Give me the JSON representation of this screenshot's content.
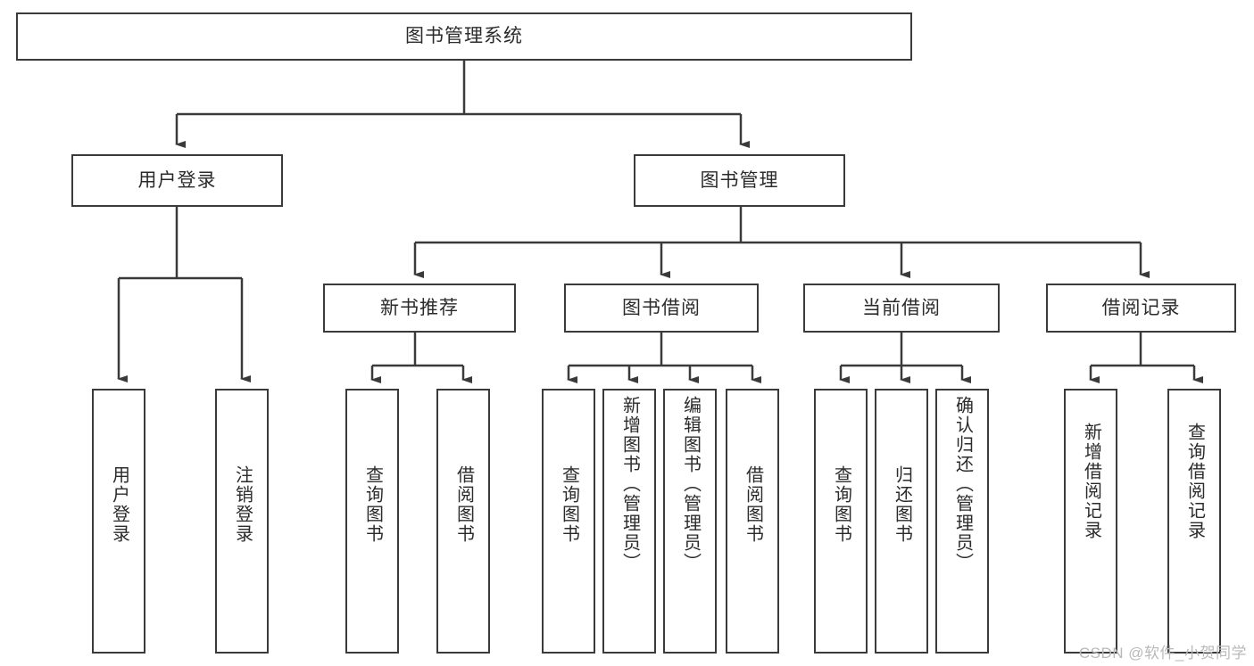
{
  "diagram": {
    "type": "hierarchy-tree",
    "title": "图书管理系统",
    "orientation": "top-down",
    "colors": {
      "box_border": "#3a3a3a",
      "box_fill": "#ffffff",
      "edge": "#3a3a3a",
      "text": "#2b2b2b",
      "watermark": "#b9b9b9",
      "background": "#ffffff"
    }
  },
  "nodes": {
    "root": {
      "label": "图书管理系统"
    },
    "level2": [
      {
        "id": "user-login",
        "label": "用户登录"
      },
      {
        "id": "book-management",
        "label": "图书管理"
      }
    ],
    "level3": [
      {
        "id": "new-book-recommend",
        "label": "新书推荐"
      },
      {
        "id": "book-borrow",
        "label": "图书借阅"
      },
      {
        "id": "current-borrow",
        "label": "当前借阅"
      },
      {
        "id": "borrow-record",
        "label": "借阅记录"
      }
    ],
    "leaves": [
      {
        "id": "leaf-user-login",
        "label": "用户登录",
        "parent": "user-login"
      },
      {
        "id": "leaf-logout",
        "label": "注销登录",
        "parent": "user-login"
      },
      {
        "id": "leaf-query-book-1",
        "label": "查询图书",
        "parent": "new-book-recommend"
      },
      {
        "id": "leaf-borrow-book-1",
        "label": "借阅图书",
        "parent": "new-book-recommend"
      },
      {
        "id": "leaf-query-book-2",
        "label": "查询图书",
        "parent": "book-borrow"
      },
      {
        "id": "leaf-add-book",
        "label": "新增图书（管理员）",
        "parent": "book-borrow"
      },
      {
        "id": "leaf-edit-book",
        "label": "编辑图书（管理员）",
        "parent": "book-borrow"
      },
      {
        "id": "leaf-borrow-book-2",
        "label": "借阅图书",
        "parent": "book-borrow"
      },
      {
        "id": "leaf-query-book-3",
        "label": "查询图书",
        "parent": "current-borrow"
      },
      {
        "id": "leaf-return-book",
        "label": "归还图书",
        "parent": "current-borrow"
      },
      {
        "id": "leaf-confirm-return",
        "label": "确认归还（管理员）",
        "parent": "current-borrow"
      },
      {
        "id": "leaf-add-record",
        "label": "新增借阅记录",
        "parent": "borrow-record"
      },
      {
        "id": "leaf-query-record",
        "label": "查询借阅记录",
        "parent": "borrow-record"
      }
    ]
  },
  "watermark": {
    "text": "CSDN @软件_小贺同学"
  }
}
